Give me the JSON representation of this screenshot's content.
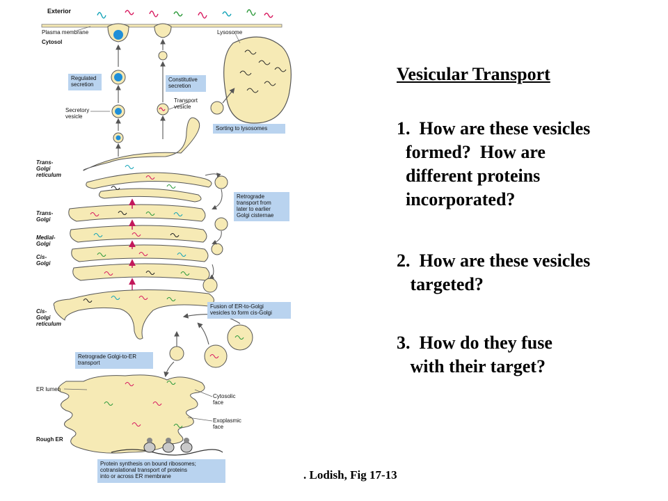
{
  "slide": {
    "title": "Vesicular Transport",
    "question1": "1.  How are these vesicles\n  formed?  How are\n  different proteins\n  incorporated?",
    "question2": "2.  How are these vesicles\n   targeted?",
    "question3": "3.  How do they fuse\n   with their target?",
    "citation": ". Lodish, Fig 17-13"
  },
  "figure": {
    "labels": {
      "exterior": "Exterior",
      "plasma_membrane": "Plasma membrane",
      "cytosol": "Cytosol",
      "lysosome": "Lysosome",
      "secretory_vesicle": "Secretory\nvesicle",
      "transport_vesicle": "Transport\nvesicle",
      "trans_golgi_reticulum": "Trans-\nGolgi\nreticulum",
      "trans_golgi": "Trans-\nGolgi",
      "medial_golgi": "Medial-\nGolgi",
      "cis_golgi": "Cis-\nGolgi",
      "cis_golgi_reticulum": "Cis-\nGolgi\nreticulum",
      "er_lumen": "ER lumen",
      "cytosolic_face": "Cytosolic\nface",
      "exoplasmic_face": "Exoplasmic\nface",
      "rough_er": "Rough ER"
    },
    "boxes": {
      "regulated_secretion": "Regulated\nsecretion",
      "constitutive_secretion": "Constitutive\nsecretion",
      "sorting_to_lysosomes": "Sorting to lysosomes",
      "retrograde_golgi": "Retrograde\ntransport from\nlater to earlier\nGolgi cisternae",
      "fusion_er_golgi": "Fusion of ER-to-Golgi\nvesicles to form cis-Golgi",
      "retrograde_golgi_to_er": "Retrograde Golgi-to-ER\ntransport",
      "protein_synthesis": "Protein synthesis on bound ribosomes;\ncotranslational transport of proteins\ninto or across ER membrane"
    },
    "colors": {
      "membrane_fill": "#f6eab5",
      "membrane_stroke": "#555555",
      "secretory_blue": "#1f8fd8",
      "label_box": "#b9d3ef",
      "arrow": "#555555",
      "anterograde_arrow": "#c2185b",
      "protein_red": "#d81b60",
      "protein_green": "#2e9a3c",
      "protein_teal": "#15a4b8",
      "protein_black": "#222222"
    }
  }
}
